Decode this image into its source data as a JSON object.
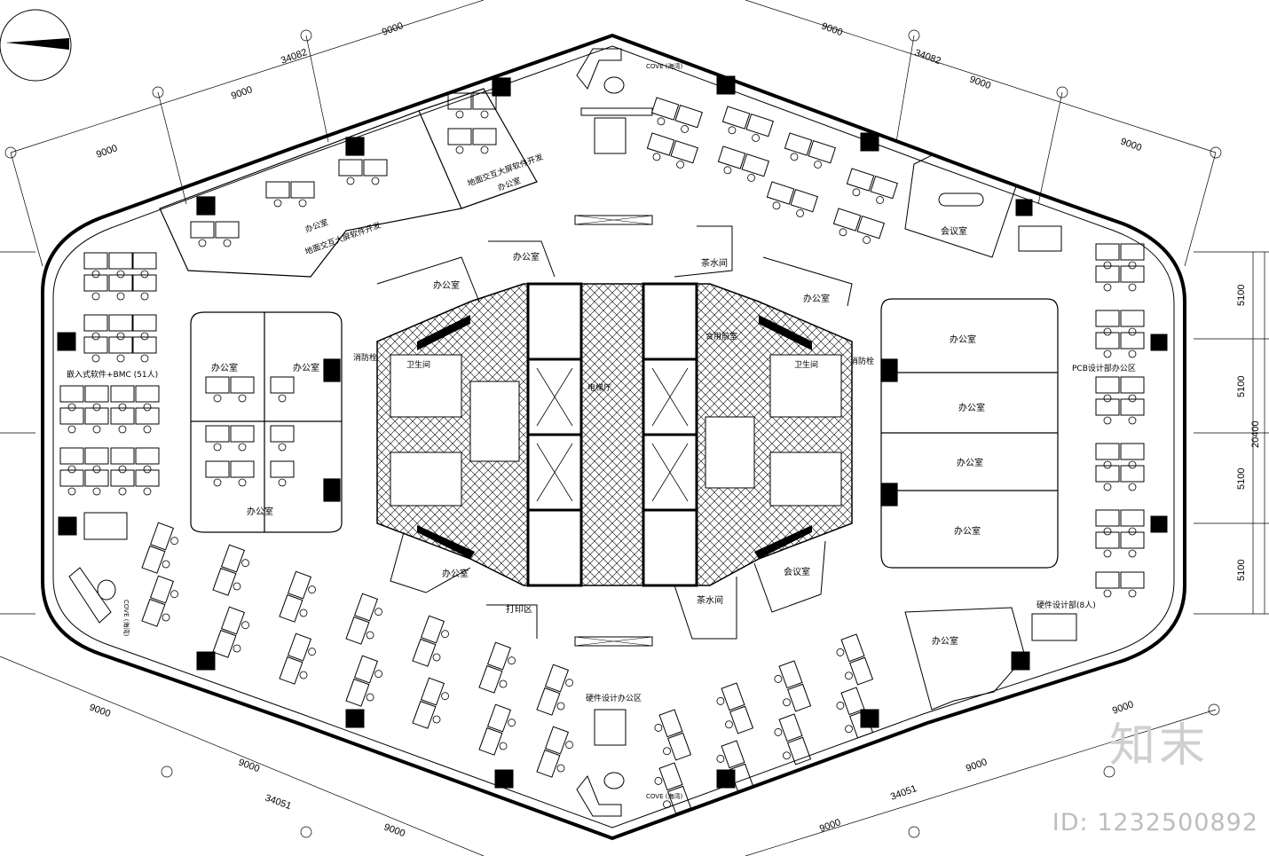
{
  "rooms": {
    "office": "办公室",
    "dept_top_left": "地面交互大屏软件开发",
    "dept_top_mid": "地面交互大屏软件开发",
    "embedded": "嵌入式软件+BMC (51人)",
    "pcb": "PCB设计部办公区",
    "hardware_big": "硬件设计办公区",
    "hardware_right": "硬件设计部(8人)",
    "meeting": "会议室",
    "tea": "茶水间",
    "print": "打印区",
    "core_corridor": "电梯厅",
    "core_hall": "合用前室",
    "fire_left": "消防栓",
    "fire_right": "消防栓",
    "wc_left": "卫生间",
    "wc_right": "卫生间",
    "cove_top": "COVE (海湾)",
    "cove_bottom": "COVE (海湾)",
    "cove_left": "COVE (海湾)"
  },
  "dimensions": {
    "span": "9000",
    "total_top": "34082",
    "total_bottom": "34051",
    "bay": "5100",
    "total_right": "20400"
  },
  "watermark": {
    "brand": "知末",
    "id": "ID: 1232500892"
  }
}
